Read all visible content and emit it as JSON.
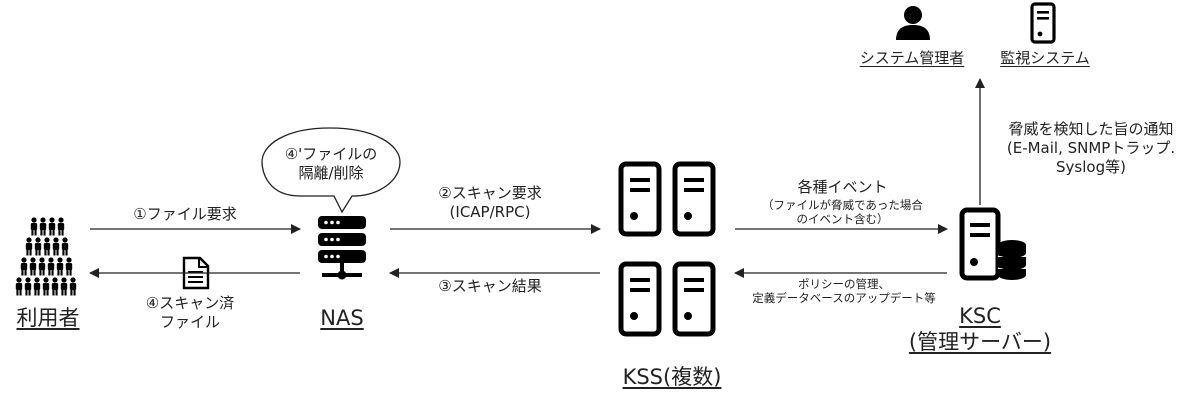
{
  "nodes": {
    "users": {
      "label": "利用者"
    },
    "nas": {
      "label": "NAS"
    },
    "kss": {
      "label": "KSS(複数)"
    },
    "ksc": {
      "label_line1": "KSC",
      "label_line2": "(管理サーバー)"
    },
    "sysadmin": {
      "label": "システム管理者"
    },
    "monitor": {
      "label": "監視システム"
    }
  },
  "bubble": {
    "line1": "④'ファイルの",
    "line2": "隔離/削除"
  },
  "flows": {
    "file_request": "①ファイル要求",
    "scanned_file": {
      "line1": "④スキャン済",
      "line2": "ファイル"
    },
    "scan_request": {
      "line1": "②スキャン要求",
      "line2": "(ICAP/RPC)"
    },
    "scan_result": "③スキャン結果",
    "events": {
      "title": "各種イベント",
      "line1": "（ファイルが脅威であった場合",
      "line2": "のイベント含む）"
    },
    "policy": {
      "line1": "ポリシーの管理、",
      "line2": "定義データベースのアップデート等"
    },
    "notify": {
      "line1": "脅威を検知した旨の通知",
      "line2": "(E-Mail, SNMPトラップ.",
      "line3": "Syslog等)"
    }
  },
  "colors": {
    "icon": "#000000",
    "line": "#222222",
    "text": "#222222"
  }
}
